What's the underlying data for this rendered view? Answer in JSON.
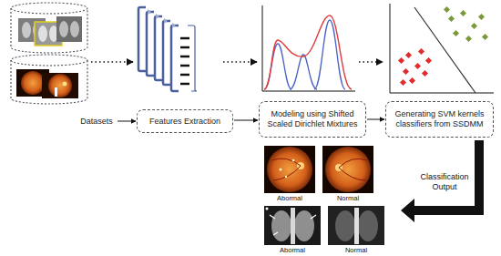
{
  "diagram": {
    "nodes": [
      {
        "text": [
          "Datasets"
        ]
      },
      {
        "text": [
          "Features Extraction"
        ]
      },
      {
        "text": [
          "Modeling using Shifted Scaled Dirichlet Mixtures"
        ]
      },
      {
        "text": [
          "Generating SVM kernels classifiers from SSDMM"
        ]
      }
    ],
    "edges": [
      {
        "from": 0,
        "to": 1,
        "arrow": "to"
      },
      {
        "from": 1,
        "to": 2,
        "arrow": "to"
      },
      {
        "from": 2,
        "to": 3,
        "arrow": "to"
      }
    ],
    "labels": [
      "Classification Output",
      "Abormal",
      "Normal",
      "Abormal",
      "Normal"
    ]
  }
}
